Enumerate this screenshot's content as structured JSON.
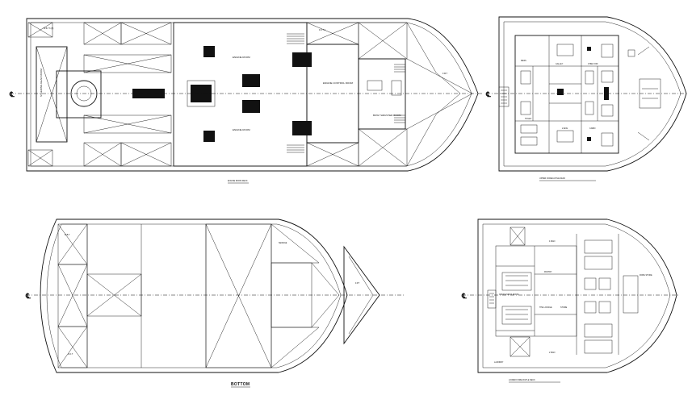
{
  "centerline_symbol": "℄",
  "plans": {
    "engine": {
      "title": "ENGINE ROOM DECK",
      "labels": {
        "steering_room": "STEERING GEAR ROOM",
        "engine_room_1": "ENGINE ROOM",
        "engine_room_2": "ENGINE ROOM",
        "engine_control_room": "ENGINE CONTROL ROOM",
        "bow_thruster_room": "BOW THRUSTER ROOM",
        "tank_fwd": "F.W.T",
        "tank_aft": "W.B.T 6 (P)",
        "tank_mid": "F.O.T 3"
      }
    },
    "upper": {
      "title": "UPPER FORECASTLE DECK",
      "labels": {
        "mess": "MESS",
        "galley": "GALLEY",
        "cabin": "CABIN",
        "toilet": "TOILET",
        "chief_off": "CHIEF OFF",
        "2nd_eng": "2 ENG"
      }
    },
    "bottom": {
      "title": "BOTTOM",
      "labels": {
        "tank_a": "W.B.T",
        "tank_b": "F.P.T",
        "sewage": "SEWAGE",
        "tank_c": "D.O.T"
      }
    },
    "lower": {
      "title": "LOWER FORECASTLE DECK",
      "labels": {
        "office": "OFFICE MESS ROOM",
        "lounge": "THE LOUNGE",
        "pantry": "PANTRY",
        "store": "STORE",
        "laundry": "LAUNDRY",
        "rope_store": "ROPE STORE",
        "cabin_4": "4 MAN",
        "cabin_2": "2 MAN"
      }
    }
  },
  "colors": {
    "line": "#111111",
    "background": "#ffffff"
  }
}
